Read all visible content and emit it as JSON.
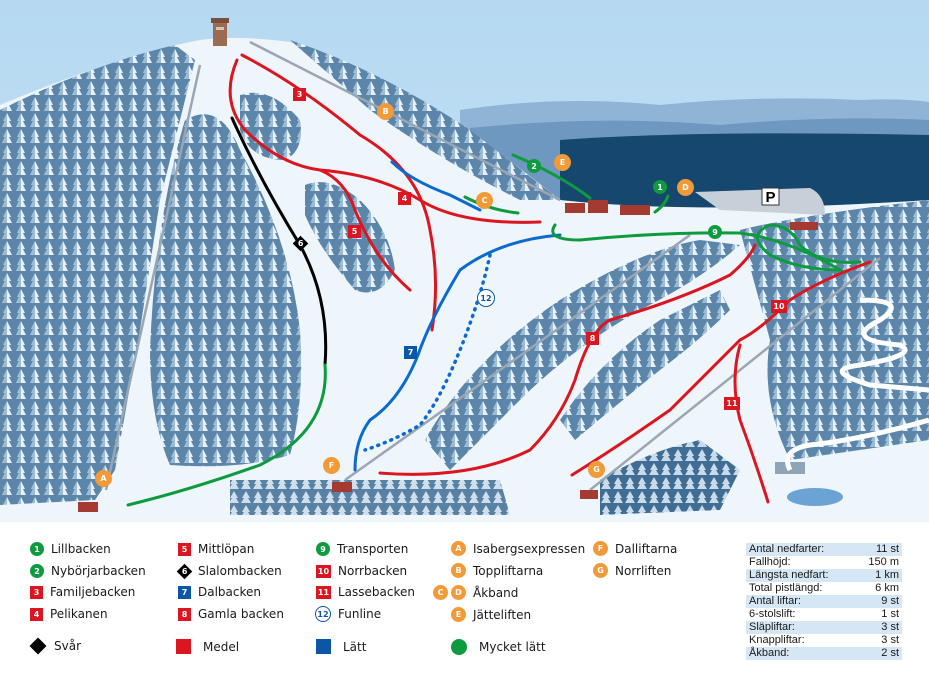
{
  "colors": {
    "sky": "#b9dcf2",
    "green": "#0e9a3e",
    "red": "#db1620",
    "blue": "#0b56a6",
    "black": "#000000",
    "orange": "#f29a38",
    "forest_dark": "#2d5f86",
    "stats_band": "#d5e6f5"
  },
  "map": {
    "parking_label": "P",
    "pistes": [
      {
        "id": "1",
        "name": "Lillbacken",
        "level": "mycket-latt",
        "marker": "circle"
      },
      {
        "id": "2",
        "name": "Nybörjarbacken",
        "level": "mycket-latt",
        "marker": "circle"
      },
      {
        "id": "3",
        "name": "Familjebacken",
        "level": "medel",
        "marker": "square"
      },
      {
        "id": "4",
        "name": "Pelikanen",
        "level": "medel",
        "marker": "square"
      },
      {
        "id": "5",
        "name": "Mittlöpan",
        "level": "medel",
        "marker": "square"
      },
      {
        "id": "6",
        "name": "Slalombacken",
        "level": "svar",
        "marker": "diamond"
      },
      {
        "id": "7",
        "name": "Dalbacken",
        "level": "latt",
        "marker": "square"
      },
      {
        "id": "8",
        "name": "Gamla backen",
        "level": "medel",
        "marker": "square"
      },
      {
        "id": "9",
        "name": "Transporten",
        "level": "mycket-latt",
        "marker": "circle"
      },
      {
        "id": "10",
        "name": "Norrbacken",
        "level": "medel",
        "marker": "square"
      },
      {
        "id": "11",
        "name": "Lassebacken",
        "level": "medel",
        "marker": "square"
      },
      {
        "id": "12",
        "name": "Funline",
        "level": "latt",
        "marker": "ring"
      }
    ],
    "lifts": [
      {
        "id": "A",
        "name": "Isabergsexpressen"
      },
      {
        "id": "B",
        "name": "Toppliftarna"
      },
      {
        "id": "C",
        "name": "Åkband"
      },
      {
        "id": "D",
        "name": "Åkband"
      },
      {
        "id": "E",
        "name": "Jätteliften"
      },
      {
        "id": "F",
        "name": "Dalliftarna"
      },
      {
        "id": "G",
        "name": "Norrliften"
      }
    ]
  },
  "legend": {
    "col1": [
      {
        "id": "1",
        "label": "Lillbacken"
      },
      {
        "id": "2",
        "label": "Nybörjarbacken"
      },
      {
        "id": "3",
        "label": "Familjebacken"
      },
      {
        "id": "4",
        "label": "Pelikanen"
      }
    ],
    "col2": [
      {
        "id": "5",
        "label": "Mittlöpan"
      },
      {
        "id": "6",
        "label": "Slalombacken"
      },
      {
        "id": "7",
        "label": "Dalbacken"
      },
      {
        "id": "8",
        "label": "Gamla backen"
      }
    ],
    "col3": [
      {
        "id": "9",
        "label": "Transporten"
      },
      {
        "id": "10",
        "label": "Norrbacken"
      },
      {
        "id": "11",
        "label": "Lassebacken"
      },
      {
        "id": "12",
        "label": "Funline"
      }
    ],
    "col4": [
      {
        "id": "A",
        "label": "Isabergsexpressen"
      },
      {
        "id": "B",
        "label": "Toppliftarna"
      },
      {
        "id": "C",
        "id2": "D",
        "label": "Åkband"
      },
      {
        "id": "E",
        "label": "Jätteliften"
      }
    ],
    "col5": [
      {
        "id": "F",
        "label": "Dalliftarna"
      },
      {
        "id": "G",
        "label": "Norrliften"
      }
    ],
    "difficulty": [
      {
        "label": "Svår"
      },
      {
        "label": "Medel"
      },
      {
        "label": "Lätt"
      },
      {
        "label": "Mycket lätt"
      }
    ]
  },
  "stats": [
    {
      "label": "Antal nedfarter:",
      "value": "11 st"
    },
    {
      "label": "Fallhöjd:",
      "value": "150 m"
    },
    {
      "label": "Längsta nedfart:",
      "value": "1 km"
    },
    {
      "label": "Total pistlängd:",
      "value": "6 km"
    },
    {
      "label": "Antal liftar:",
      "value": "9 st"
    },
    {
      "label": "6-stolslift:",
      "value": "1 st"
    },
    {
      "label": "Släpliftar:",
      "value": "3 st"
    },
    {
      "label": "Knappliftar:",
      "value": "3 st"
    },
    {
      "label": "Åkband:",
      "value": "2 st"
    }
  ]
}
